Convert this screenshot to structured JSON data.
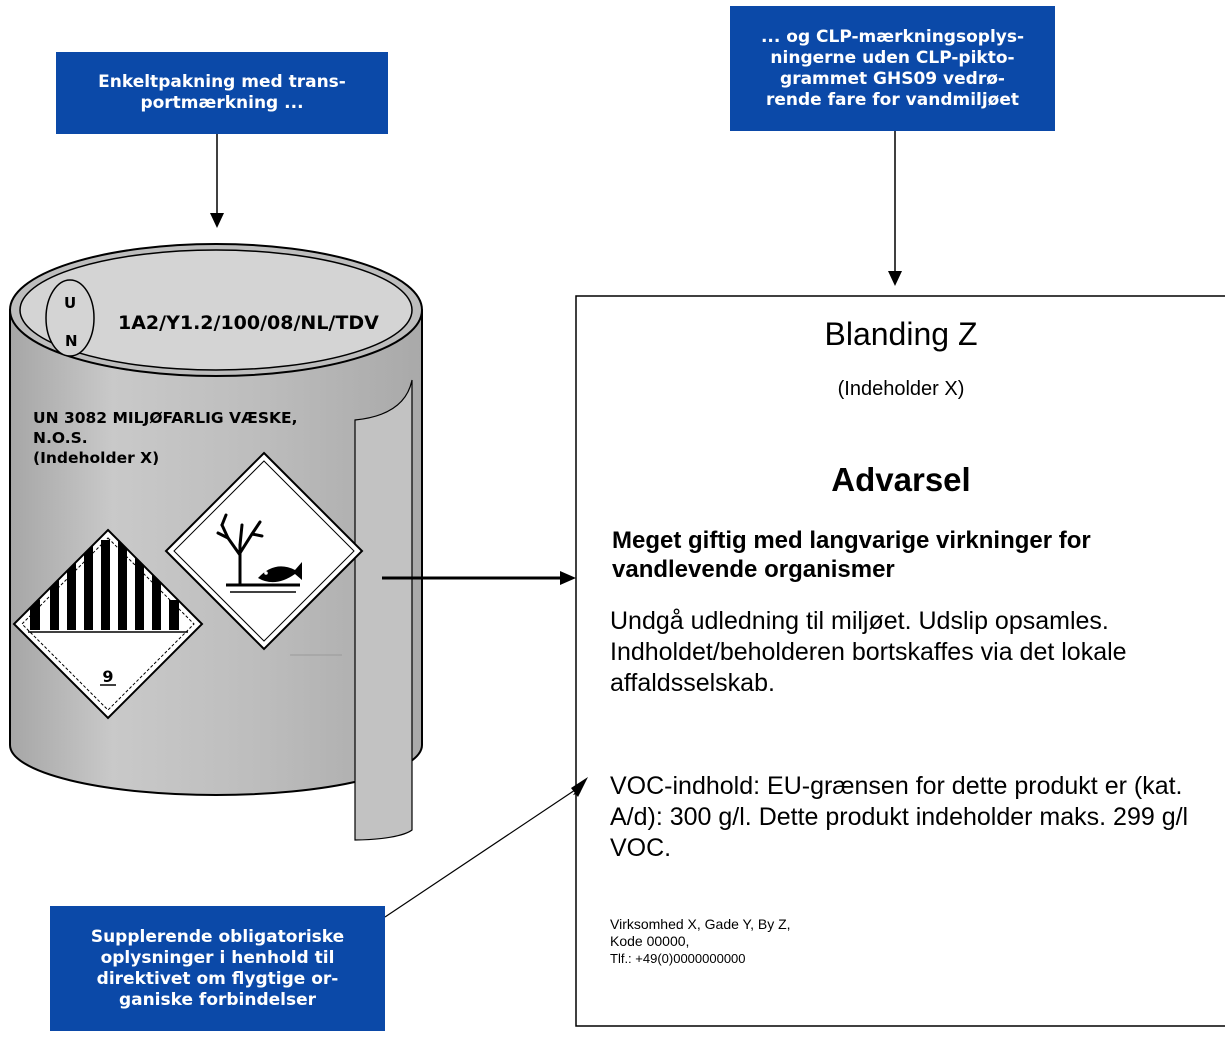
{
  "callouts": {
    "top_left": "Enkeltpakning med trans-\nportmærkning ...",
    "top_right": "... og CLP-mærkningsoplys-\nningerne uden CLP-pikto-\ngrammet GHS09 vedrø-\nrende fare for vandmiljøet",
    "bottom_left": "Supplerende obligatoriske\noplysninger i henhold til\ndirektivet om flygtige or-\nganiske forbindelser"
  },
  "drum": {
    "un_letter_u": "U",
    "un_letter_n": "N",
    "packaging_code": "1A2/Y1.2/100/08/NL/TDV",
    "transport_name": "UN 3082 MILJØFARLIG VÆSKE,\nN.O.S.\n(Indeholder X)",
    "class_number": "9"
  },
  "label": {
    "product_name": "Blanding Z",
    "contains": "(Indeholder X)",
    "signal_word": "Advarsel",
    "hazard_statement": "Meget giftig med langvarige virkninger for vandlevende organismer",
    "precautionary": "Undgå udledning til miljøet. Udslip opsamles. Indholdet/beholderen bortskaffes via det lokale affaldsselskab.",
    "voc": "VOC-indhold: EU-grænsen for dette produkt er (kat. A/d): 300 g/l. Dette produkt indeholder maks. 299 g/l VOC.",
    "supplier_line1": "Virksomhed X, Gade Y, By Z,",
    "supplier_line2": "Kode 00000,",
    "supplier_phone": "Tlf.: +49(0)0000000000"
  },
  "colors": {
    "callout_blue": "#0b49a8",
    "drum_grey": "#bdbdbd",
    "drum_top": "#d4d4d4"
  }
}
